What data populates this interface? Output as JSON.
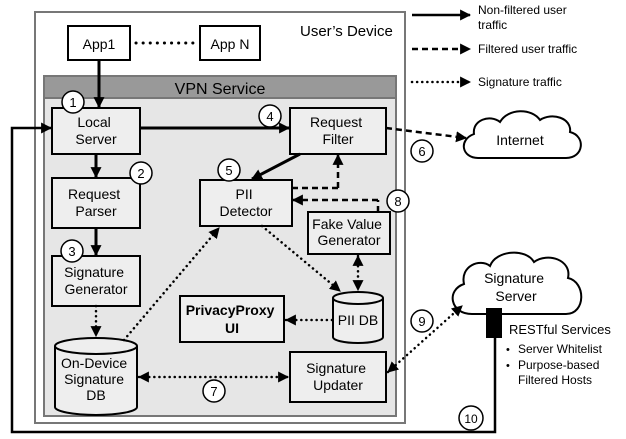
{
  "device": {
    "label": "User’s Device"
  },
  "apps": {
    "app1": "App1",
    "appN": "App N"
  },
  "vpn": {
    "title": "VPN Service"
  },
  "components": {
    "local_server": [
      "Local",
      "Server"
    ],
    "request_filter": [
      "Request",
      "Filter"
    ],
    "request_parser": [
      "Request",
      "Parser"
    ],
    "pii_detector": [
      "PII",
      "Detector"
    ],
    "signature_generator": [
      "Signature",
      "Generator"
    ],
    "fake_value_generator": [
      "Fake Value",
      "Generator"
    ],
    "privacyproxy_ui": [
      "PrivacyProxy",
      "UI"
    ],
    "pii_db": "PII DB",
    "on_device_db": [
      "On-Device",
      "Signature",
      "DB"
    ],
    "signature_updater": [
      "Signature",
      "Updater"
    ],
    "internet": "Internet",
    "signature_server": [
      "Signature",
      "Server"
    ]
  },
  "restful": {
    "title": "RESTful Services",
    "items": [
      "Server Whitelist",
      "Purpose-based",
      "Filtered Hosts"
    ]
  },
  "legend": {
    "nonfiltered": [
      "Non-filtered user",
      "traffic"
    ],
    "filtered": "Filtered user traffic",
    "signature": "Signature traffic"
  },
  "steps": [
    "1",
    "2",
    "3",
    "4",
    "5",
    "6",
    "7",
    "8",
    "9",
    "10"
  ],
  "colors": {
    "vpn_header": "#999999",
    "vpn_body": "#e6e6e6",
    "box_fill": "#eeeeee"
  }
}
